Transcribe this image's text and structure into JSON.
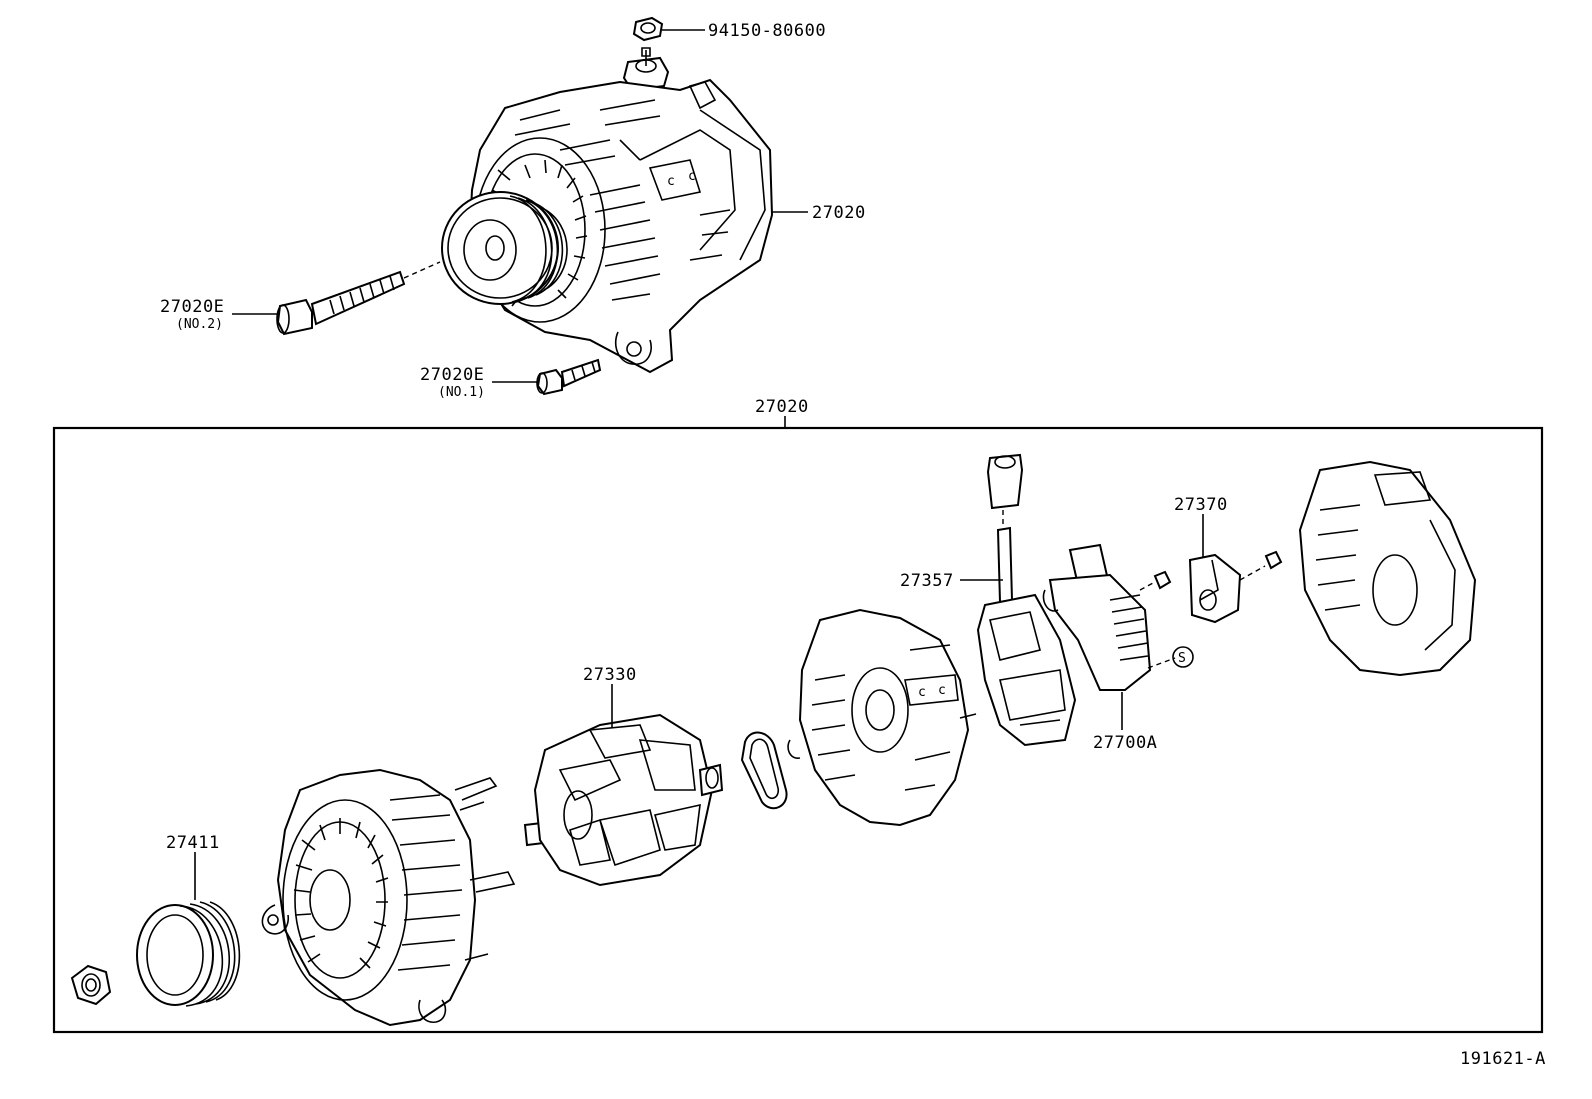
{
  "diagram": {
    "ref_code": "191621-A",
    "callouts": {
      "nut_top": "94150-80600",
      "alternator_assy": "27020",
      "bolt_no2": "27020E",
      "bolt_no2_note": "(NO.2)",
      "bolt_no1": "27020E",
      "bolt_no1_note": "(NO.1)",
      "frame_group": "27020",
      "rotor": "27330",
      "pulley": "27411",
      "brush_holder": "27357",
      "regulator_cover": "27370",
      "regulator": "27700A",
      "standard_part_symbol": "S"
    }
  }
}
